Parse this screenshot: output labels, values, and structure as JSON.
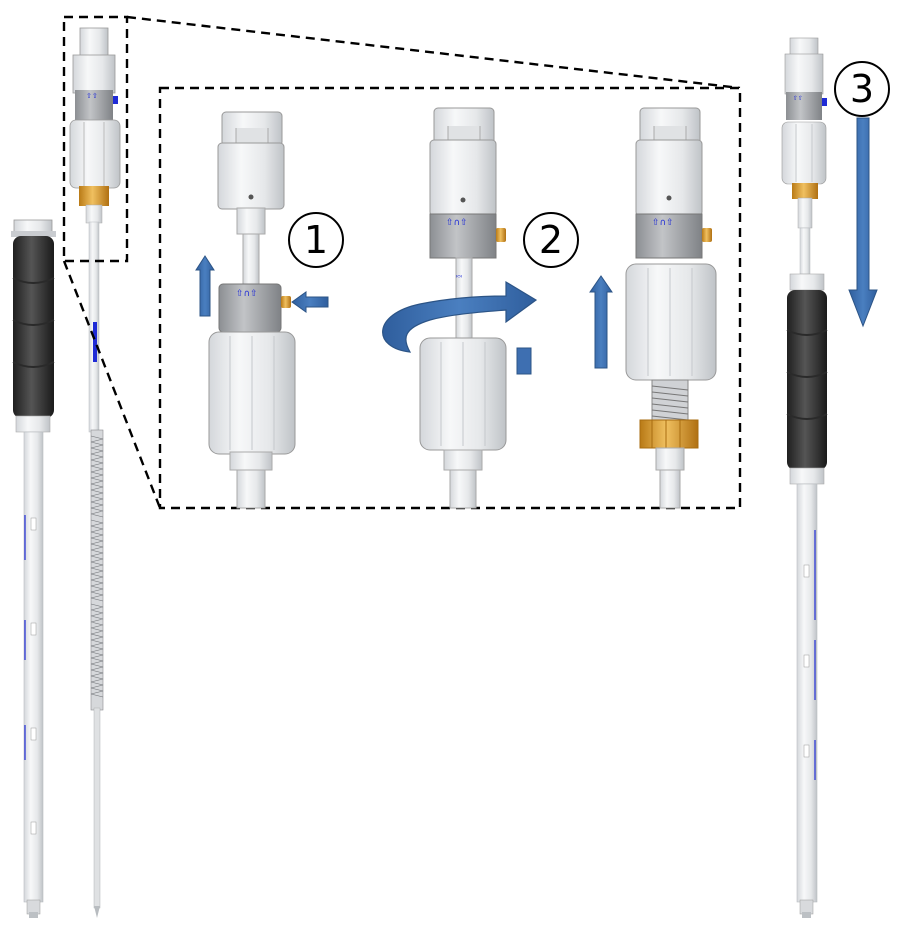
{
  "figure": {
    "steps": [
      "1",
      "2",
      "3"
    ],
    "colors": {
      "arrow_blue": "#3e6fb1",
      "arrow_dark": "#2c5486",
      "grip_dark": "#3a3a3a",
      "body_white": "#eef0f2",
      "body_shade": "#c9ccd0",
      "collar_gray": "#a9abae",
      "brass": "#d79b2a",
      "ink_blue": "#1f2bd6",
      "callout_line": "#000000"
    },
    "icons": [
      "up-arrow-icon",
      "left-arrow-icon",
      "curved-rotate-arrow-icon",
      "down-arrow-icon"
    ]
  }
}
